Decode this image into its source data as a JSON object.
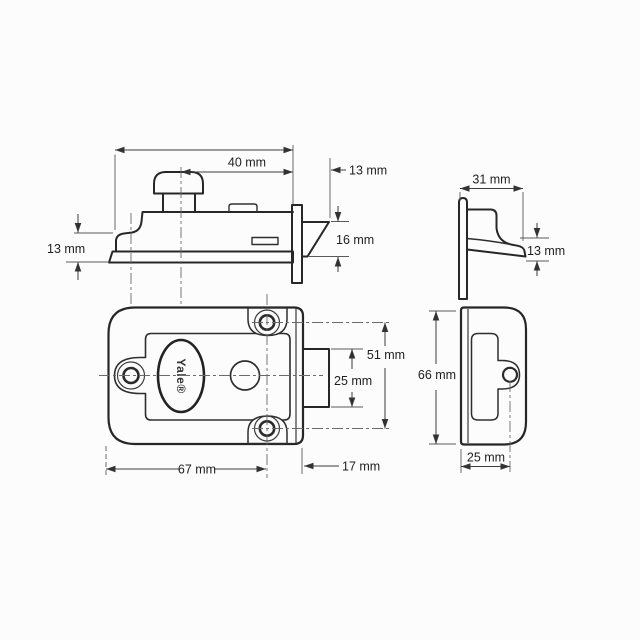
{
  "drawing": {
    "background": "#fcfcfc",
    "line_color": "#272727",
    "brand": "Yale®",
    "views": {
      "lock_side": {
        "dim_40": "40 mm",
        "dim_13_projection": "13 mm",
        "dim_16_bolt": "16 mm",
        "dim_13_base": "13 mm"
      },
      "keep_profile": {
        "dim_31_width": "31 mm",
        "dim_13_lip": "13 mm"
      },
      "lock_front": {
        "dim_51_holes": "51 mm",
        "dim_25_bolt": "25 mm",
        "dim_67_body": "67 mm",
        "dim_17_projection": "17 mm"
      },
      "keep_front": {
        "dim_66_height": "66 mm",
        "dim_25_width": "25 mm"
      }
    }
  }
}
